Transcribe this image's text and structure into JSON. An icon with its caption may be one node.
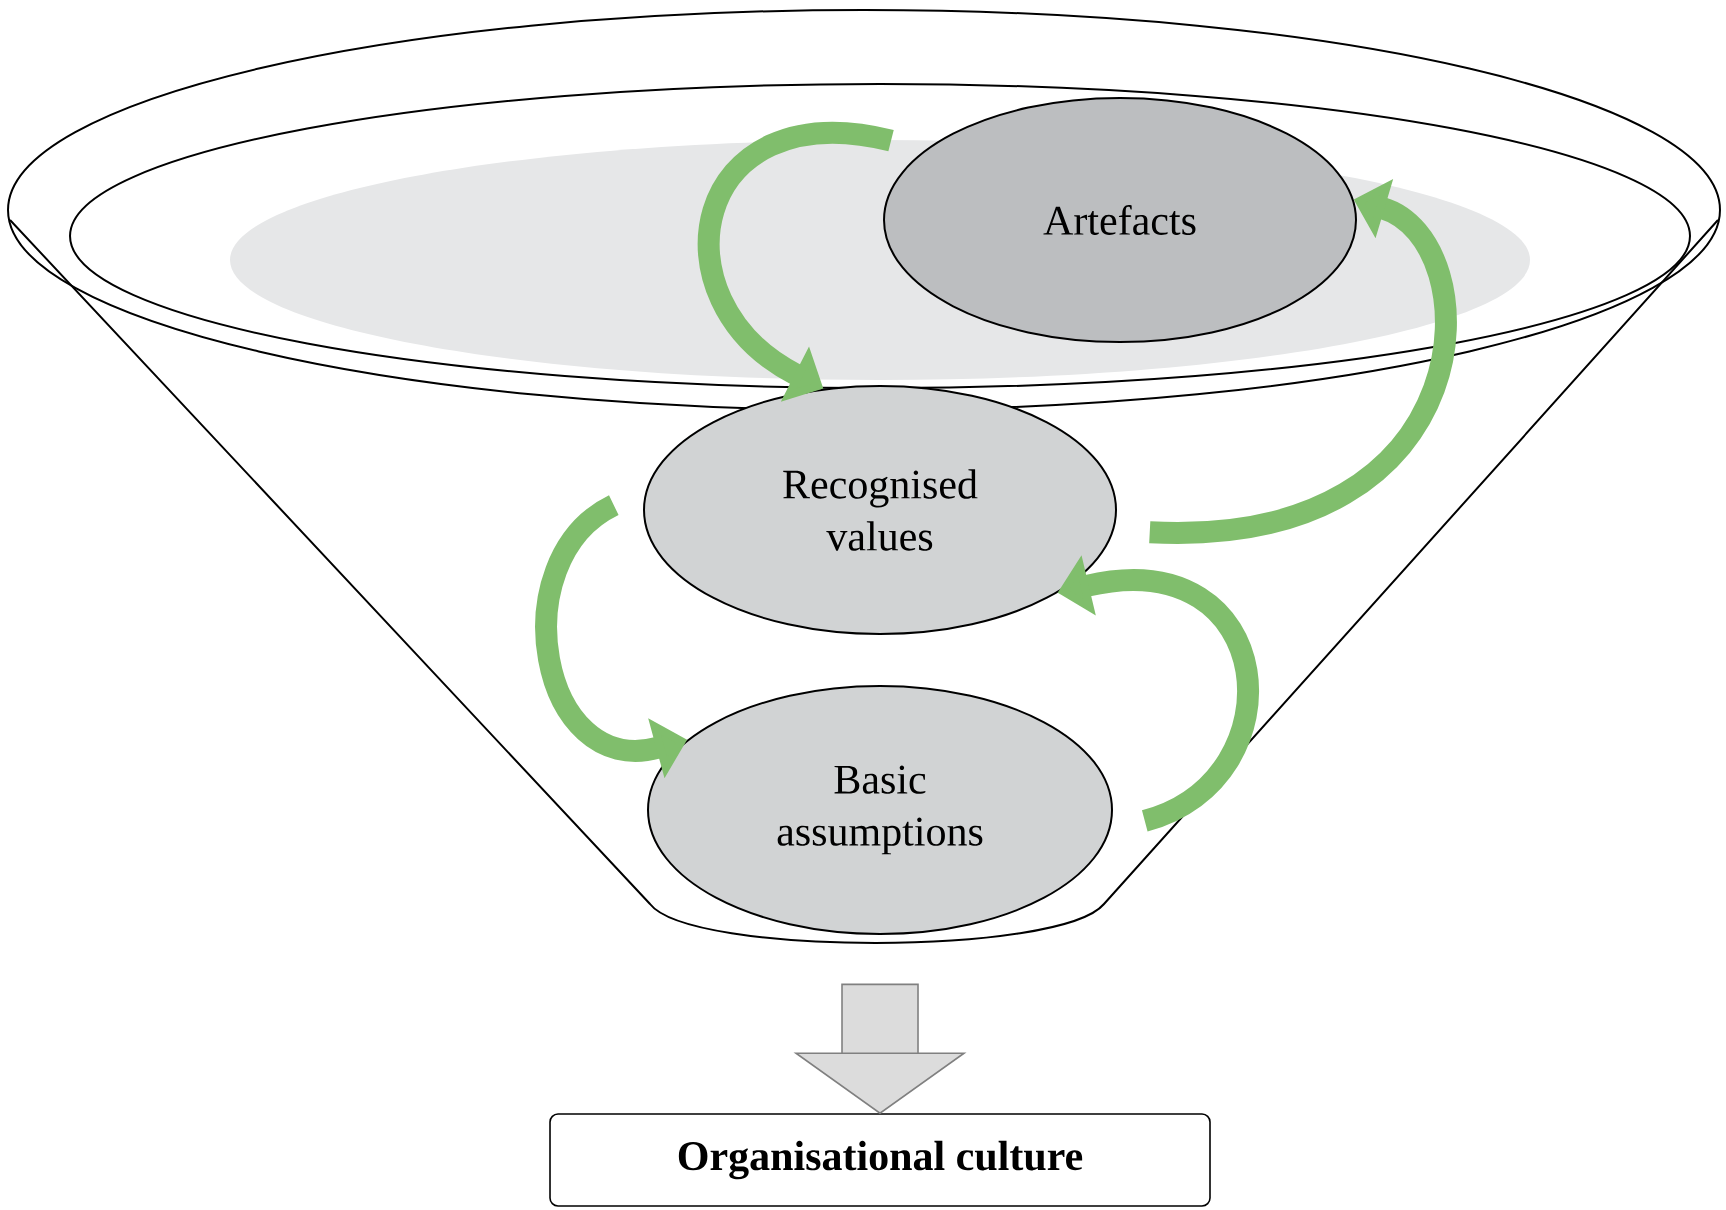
{
  "diagram": {
    "nodes": [
      {
        "text": [],
        "shape": "funnel"
      },
      {
        "text": [
          "Artefacts"
        ],
        "in": 0
      },
      {
        "text": [
          "Recognised values"
        ],
        "in": 0
      },
      {
        "text": [
          "Basic assumptions"
        ],
        "in": 0
      },
      {
        "text": [
          "Organisational culture"
        ]
      }
    ],
    "edges": [
      {
        "from": 1,
        "to": 2,
        "arrow": "to"
      },
      {
        "from": 2,
        "to": 1,
        "arrow": "to"
      },
      {
        "from": 2,
        "to": 3,
        "arrow": "to"
      },
      {
        "from": 3,
        "to": 2,
        "arrow": "to"
      },
      {
        "from": 0,
        "to": 4,
        "arrow": "to",
        "style": "thick",
        "color": "#dcdcdc"
      }
    ]
  }
}
